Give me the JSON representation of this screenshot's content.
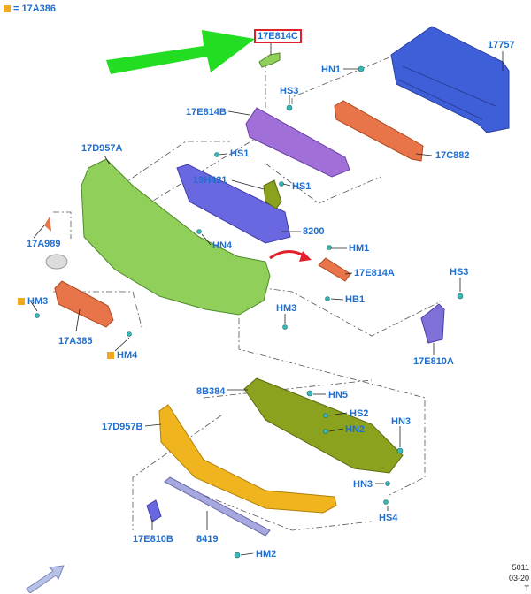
{
  "legend": {
    "marker_color": "#f0a81f",
    "equals_text": "= 17A386"
  },
  "highlighted_part": "17E814C",
  "labels": {
    "p17757": "17757",
    "hn1a": "HN1",
    "hs3a": "HS3",
    "p17e814b": "17E814B",
    "p17c882": "17C882",
    "p17d957a": "17D957A",
    "hs1a": "HS1",
    "p19h421": "19H421",
    "hs1b": "HS1",
    "p8200": "8200",
    "hn4": "HN4",
    "p17a989": "17A989",
    "hm1": "HM1",
    "p17e814a": "17E814A",
    "hb1": "HB1",
    "hs3b": "HS3",
    "hm3a": "HM3",
    "hm3b": "HM3",
    "p17a385": "17A385",
    "hm4": "HM4",
    "p17e810a": "17E810A",
    "p8b384": "8B384",
    "hn5": "HN5",
    "hs2": "HS2",
    "hn2": "HN2",
    "hn3a": "HN3",
    "p17d957b": "17D957B",
    "hn3b": "HN3",
    "hs4": "HS4",
    "p17e810b": "17E810B",
    "p8419": "8419",
    "hm2": "HM2"
  },
  "corner": {
    "line1": "5011",
    "line2": "03-20",
    "line3": "T"
  },
  "colors": {
    "label": "#1f6fd1",
    "callout_arrow": "#22dd22",
    "bumper_green": "#8fcf5a",
    "beam_blue": "#3f5fd8",
    "grille_purple": "#a070d8",
    "grille_mesh": "#6a68e0",
    "reinforcement_orange": "#e8744a",
    "lip_yellow": "#f0b41e",
    "undertray_olive": "#8aa21e"
  }
}
